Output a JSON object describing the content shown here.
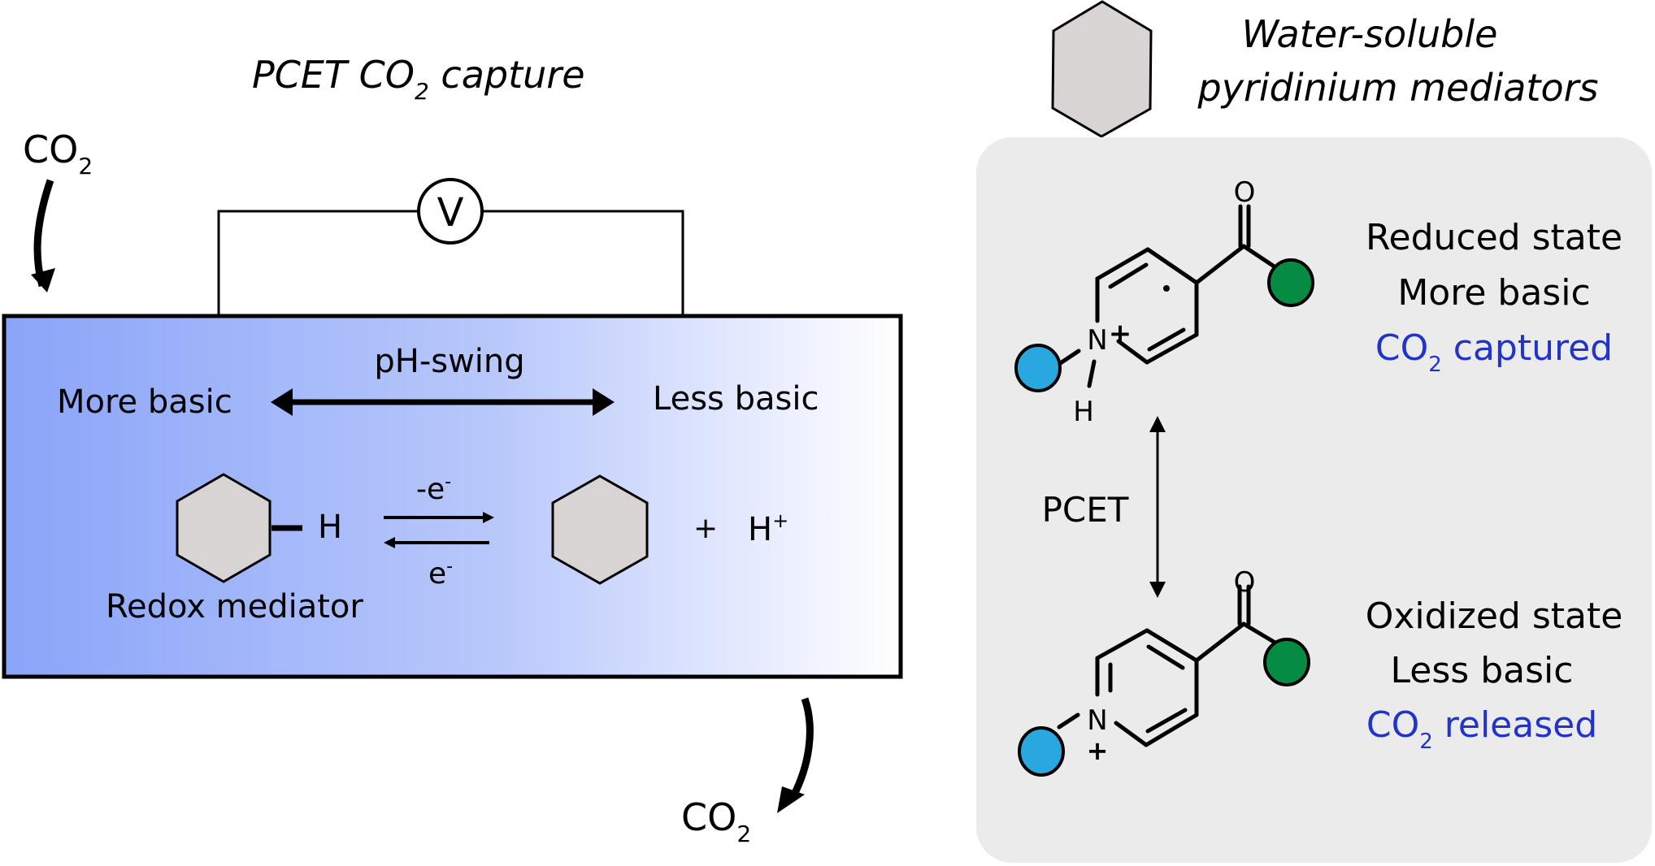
{
  "left_panel": {
    "title": "PCET CO",
    "title_sub": "2",
    "title_rest": " capture",
    "co2_in": {
      "main": "CO",
      "sub": "2"
    },
    "co2_out": {
      "main": "CO",
      "sub": "2"
    },
    "voltmeter_label": "V",
    "ph_swing_label": "pH-swing",
    "more_basic_label": "More basic",
    "less_basic_label": "Less basic",
    "reduced_h_label": "H",
    "forward_label": "-e",
    "forward_sup": "-",
    "reverse_label": "e",
    "reverse_sup": "-",
    "plus_label": "+",
    "proton_label": "H",
    "proton_sup": "+",
    "redox_mediator_label": "Redox mediator",
    "gradient_colors": {
      "start": "#8aa4f8",
      "end": "#ffffff"
    },
    "hexagon_fill": "#d9d4d4"
  },
  "right_panel": {
    "legend_line1": "Water-soluble",
    "legend_line2": "pyridinium mediators",
    "panel_color": "#ebebeb",
    "reduced": {
      "state": "Reduced state",
      "basicity": "More basic",
      "co2_main": "CO",
      "co2_sub": "2",
      "co2_rest": " captured",
      "atoms": {
        "oxygen": "O",
        "nitrogen": "N",
        "charge": "+",
        "hydrogen": "H"
      }
    },
    "pcet_label": "PCET",
    "oxidized": {
      "state": "Oxidized state",
      "basicity": "Less basic",
      "co2_main": "CO",
      "co2_sub": "2",
      "co2_rest": " released",
      "atoms": {
        "oxygen": "O",
        "nitrogen": "N",
        "charge": "+"
      }
    },
    "colors": {
      "blue_group": "#29a8e0",
      "green_group": "#058c42",
      "co2_text": "#2233cc"
    }
  }
}
